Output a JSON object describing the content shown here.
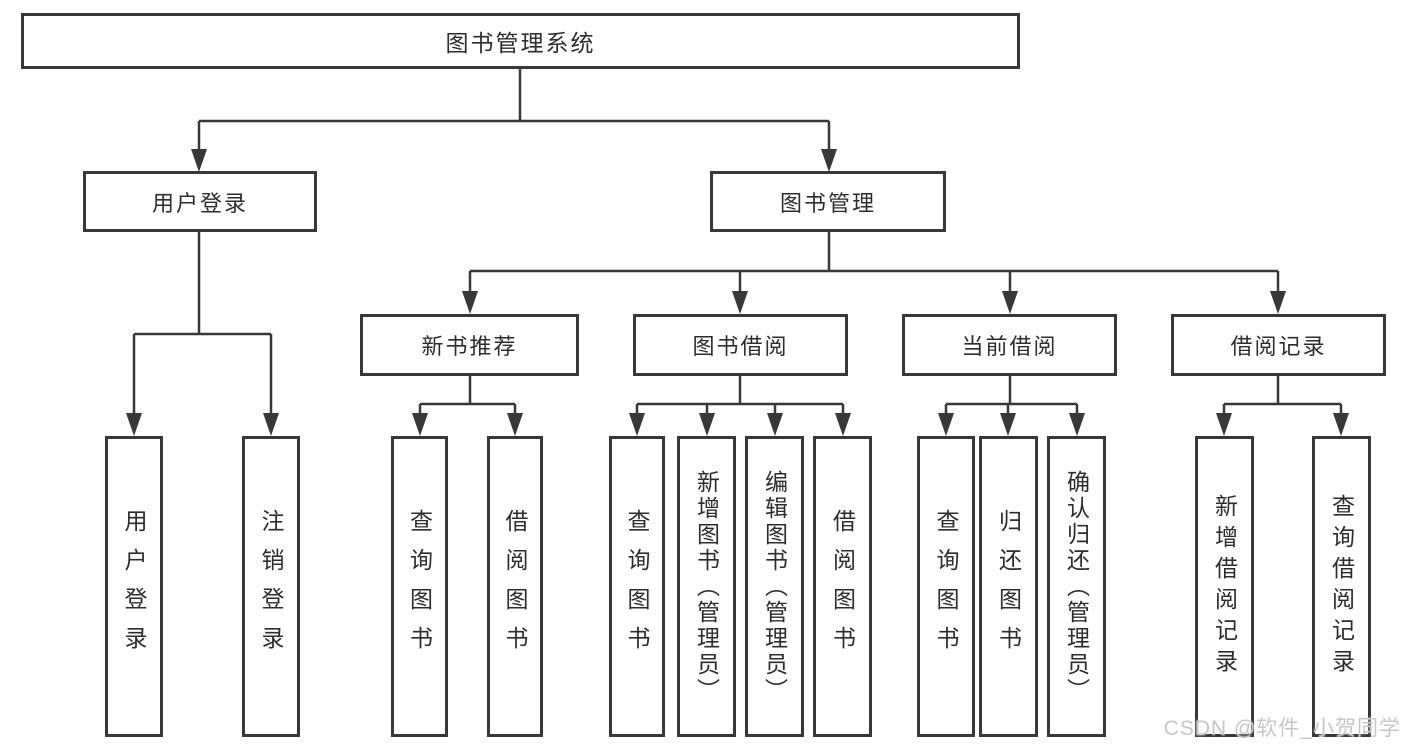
{
  "tree": {
    "root": {
      "label": "图书管理系统",
      "children": [
        {
          "label": "用户登录",
          "children": [
            {
              "label": "用户登录"
            },
            {
              "label": "注销登录"
            }
          ]
        },
        {
          "label": "图书管理",
          "children": [
            {
              "label": "新书推荐",
              "children": [
                {
                  "label": "查询图书"
                },
                {
                  "label": "借阅图书"
                }
              ]
            },
            {
              "label": "图书借阅",
              "children": [
                {
                  "label": "查询图书"
                },
                {
                  "label": "新增图书（管理员）"
                },
                {
                  "label": "编辑图书（管理员）"
                },
                {
                  "label": "借阅图书"
                }
              ]
            },
            {
              "label": "当前借阅",
              "children": [
                {
                  "label": "查询图书"
                },
                {
                  "label": "归还图书"
                },
                {
                  "label": "确认归还（管理员）"
                }
              ]
            },
            {
              "label": "借阅记录",
              "children": [
                {
                  "label": "新增借阅记录"
                },
                {
                  "label": "查询借阅记录"
                }
              ]
            }
          ]
        }
      ]
    }
  },
  "watermark": {
    "text": "CSDN @软件_小贺同学"
  },
  "colors": {
    "line": "#383838",
    "text": "#2d2d2d",
    "watermark": "#c7c7c7",
    "background": "#ffffff"
  }
}
